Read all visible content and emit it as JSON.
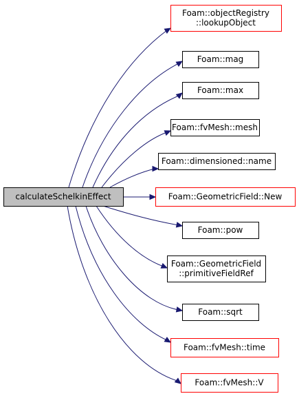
{
  "graph": {
    "root": {
      "label": "calculateSchelkinEffect"
    },
    "nodes": [
      {
        "label": "Foam::objectRegistry\n::lookupObject",
        "lines": [
          "Foam::objectRegistry",
          "::lookupObject"
        ],
        "status": "red"
      },
      {
        "label": "Foam::mag",
        "lines": [
          "Foam::mag"
        ],
        "status": "black"
      },
      {
        "label": "Foam::max",
        "lines": [
          "Foam::max"
        ],
        "status": "black"
      },
      {
        "label": "Foam::fvMesh::mesh",
        "lines": [
          "Foam::fvMesh::mesh"
        ],
        "status": "black"
      },
      {
        "label": "Foam::dimensioned::name",
        "lines": [
          "Foam::dimensioned::name"
        ],
        "status": "black"
      },
      {
        "label": "Foam::GeometricField::New",
        "lines": [
          "Foam::GeometricField::New"
        ],
        "status": "red"
      },
      {
        "label": "Foam::pow",
        "lines": [
          "Foam::pow"
        ],
        "status": "black"
      },
      {
        "label": "Foam::GeometricField\n::primitiveFieldRef",
        "lines": [
          "Foam::GeometricField",
          "::primitiveFieldRef"
        ],
        "status": "black"
      },
      {
        "label": "Foam::sqrt",
        "lines": [
          "Foam::sqrt"
        ],
        "status": "black"
      },
      {
        "label": "Foam::fvMesh::time",
        "lines": [
          "Foam::fvMesh::time"
        ],
        "status": "red"
      },
      {
        "label": "Foam::fvMesh::V",
        "lines": [
          "Foam::fvMesh::V"
        ],
        "status": "red"
      }
    ]
  },
  "colors": {
    "edge": "#191970",
    "root_fill": "#bfbfbf",
    "border_black": "#000000",
    "border_red": "#ff0000",
    "node_fill": "#ffffff"
  }
}
